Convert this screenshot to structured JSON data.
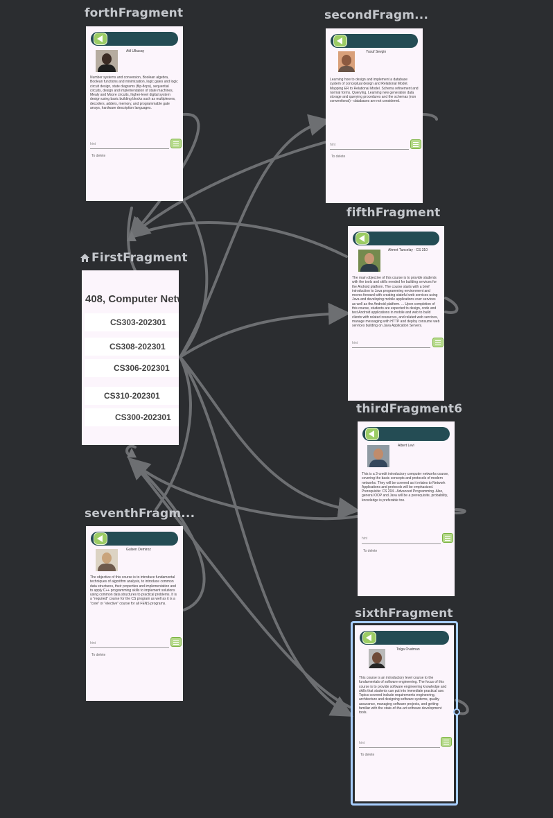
{
  "graph": {
    "fragments": {
      "forth": {
        "label": "forthFragment",
        "person_name": "Atil Ulkucay",
        "description": "Number systems and conversion, Boolean algebra, Boolean functions and minimization, logic gates and logic circuit design, state diagrams (flip-flops), sequential circuits, design and implementation of state machines, Mealy and Moore circuits, higher-level digital system design using basic building blocks such as multiplexers, decoders, adders, memory, and programmable gate arrays, hardware description languages.",
        "hint": "hint",
        "post_label": "To delete"
      },
      "second": {
        "label": "secondFragm...",
        "person_name": "Yusuf Sevgin",
        "description": "Learning how to design and implement a database system of conceptual design and Relational Model. Mapping ER to Relational Model. Schema refinement and normal forms. Querying, Learning new generation data storage and querying procedures and the schemas (non conventional) - databases are not considered.",
        "hint": "hint",
        "post_label": "To delete"
      },
      "fifth": {
        "label": "fifthFragment",
        "person_name": "Ahmet Tuncelay · CS 310",
        "description": "The main objective of this course is to provide students with the tools and skills needed for building services for the Android platform. The course starts with a brief introduction to Java programming environment and moves forward with creating stateful web services using Java and developing mobile applications over services as well as the Android platform. ... Upon completion of this course, students are expected to design, code and test Android applications in mobile and web to build clients with related resources, and related web services, manage messaging with HTTP and deploy consume web services building on Java Application Servers.",
        "hint": "hint"
      },
      "third": {
        "label": "thirdFragment6",
        "person_name": "Albert Levi",
        "description": "This is a 3-credit introductory computer networks course, covering the basic concepts and protocols of modern networks. They will be covered as it relates to Network Applications and protocols will be emphasized. Prerequisite: CS 204 - Advanced Programming. Also, general OOP and Java will be a prerequisite, probability, knowledge is preferable too.",
        "hint": "hint",
        "post_label": "To delete"
      },
      "seventh": {
        "label": "seventhFragm...",
        "person_name": "Gulsen Demiroz",
        "description": "The objective of this course is to introduce fundamental techniques of algorithm analysis, to introduce common data structures, their properties and implementation and to apply C++ programming skills to implement solutions using common data structures to practical problems. It is a \"required\" course for the CS program as well as it is a \"core\" or \"elective\" course for all FENS programs.",
        "hint": "hint",
        "post_label": "To delete"
      },
      "sixth": {
        "label": "sixthFragment",
        "person_name": "Tolga Ovatman",
        "description": "This course is an introductory level course to the fundamentals of software engineering. The focus of this course is to provide software engineering knowledge and skills that students can put into immediate practical use. Topics covered include requirements engineering, architecture and designing software systems, quality assurance, managing software projects, and getting familiar with the state-of-the-art software development tools.",
        "hint": "hint",
        "post_label": "To delete"
      },
      "first": {
        "label": "FirstFragment",
        "title": "408, Computer Netw",
        "courses": [
          "CS303-202301",
          "CS308-202301",
          "CS306-202301",
          "CS310-202301",
          "CS300-202301"
        ]
      }
    },
    "colors": {
      "canvas": "#2b2d30",
      "arrow": "#75777a",
      "label": "#c4c7cc",
      "toolbar": "#244c54",
      "back_button": "#9ccc65",
      "selection": "#a9cfff",
      "screen": "#fcf5fc"
    },
    "icons": [
      "home-icon",
      "back-arrow-icon",
      "chat-icon",
      "avatar-icon"
    ]
  }
}
